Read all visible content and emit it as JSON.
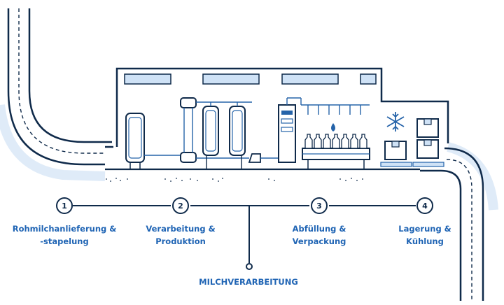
{
  "colors": {
    "line": "#0f2a4a",
    "blue": "#2563a9",
    "label": "#1f64b4",
    "window": "#cfe2f6",
    "shadow": "#dbe9f7",
    "node_bg": "#ffffff"
  },
  "steps": [
    {
      "number": "1",
      "label": "Rohmilchanlieferung &\n-stapelung"
    },
    {
      "number": "2",
      "label": "Verarbeitung &\nProduktion"
    },
    {
      "number": "3",
      "label": "Abfüllung &\nVerpackung"
    },
    {
      "number": "4",
      "label": "Lagerung &\nKühlung"
    }
  ],
  "title": "MILCHVERARBEITUNG",
  "icons": {
    "milk_drop": "milk-drop-icon",
    "cold_storage": "snowflake-icon"
  }
}
